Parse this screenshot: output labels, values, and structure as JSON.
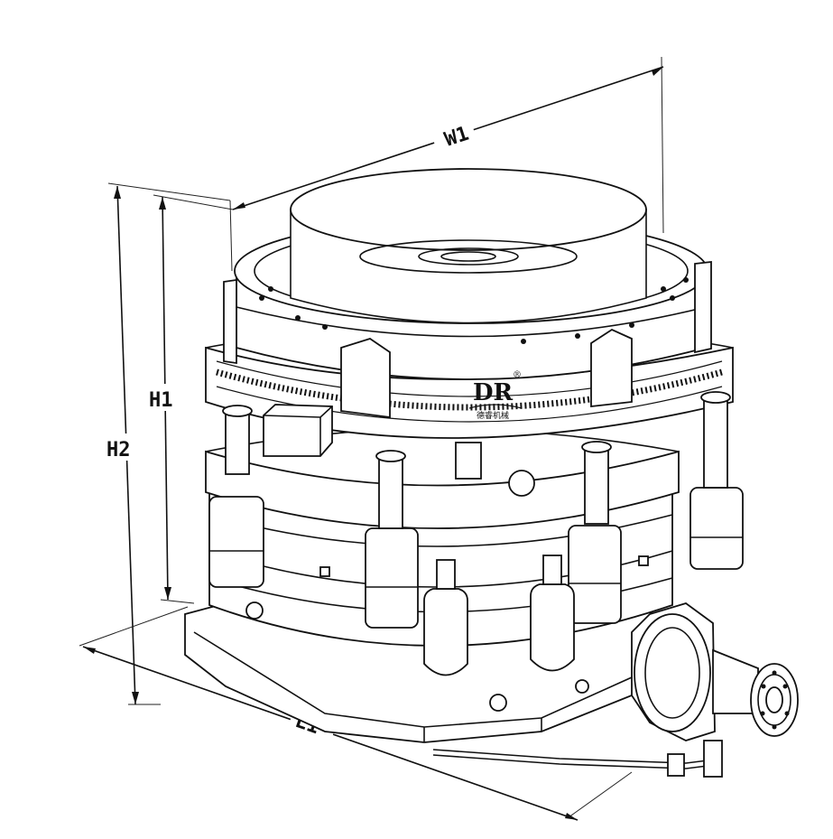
{
  "dimensions": {
    "width_label": "W1",
    "height1_label": "H1",
    "height2_label": "H2",
    "length_label": "L1"
  },
  "logo": {
    "mark": "DR",
    "registered": "®",
    "company": "德睿机械"
  }
}
